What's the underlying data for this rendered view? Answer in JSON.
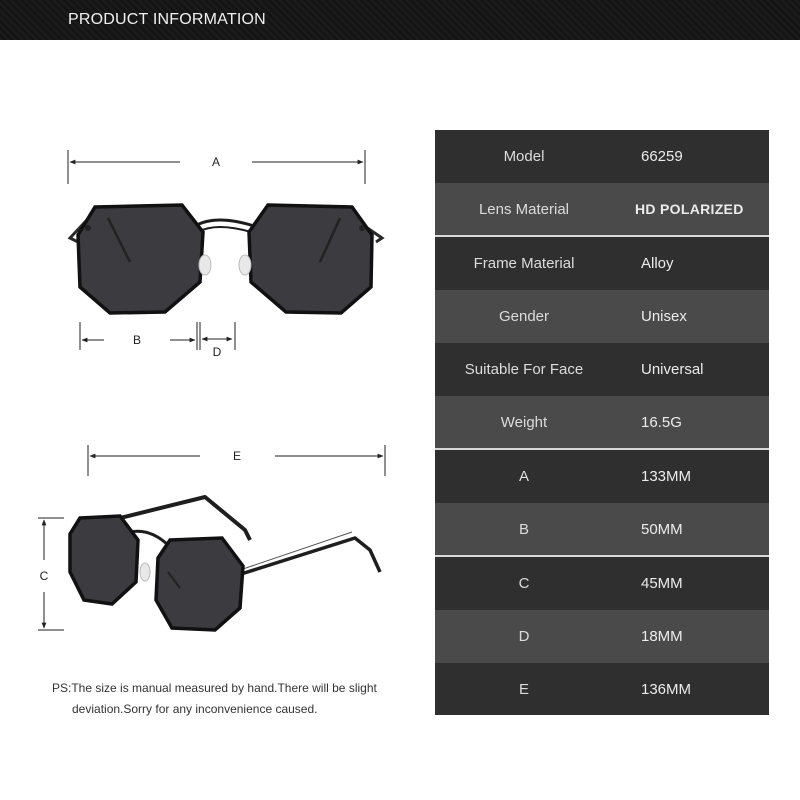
{
  "header": {
    "title": "PRODUCT INFORMATION"
  },
  "dimensions": {
    "a": "A",
    "b": "B",
    "c": "C",
    "d": "D",
    "e": "E"
  },
  "specs": [
    {
      "label": "Model",
      "value": "66259"
    },
    {
      "label": "Lens Material",
      "value": "HD POLARIZED"
    },
    {
      "label": "Frame Material",
      "value": "Alloy"
    },
    {
      "label": "Gender",
      "value": "Unisex"
    },
    {
      "label": "Suitable For Face",
      "value": "Universal"
    },
    {
      "label": "Weight",
      "value": "16.5G"
    },
    {
      "label": "A",
      "value": "133MM"
    },
    {
      "label": "B",
      "value": "50MM"
    },
    {
      "label": "C",
      "value": "45MM"
    },
    {
      "label": "D",
      "value": "18MM"
    },
    {
      "label": "E",
      "value": "136MM"
    }
  ],
  "note": {
    "line1": "PS:The size is manual measured by hand.There will be slight",
    "line2": "deviation.Sorry for any inconvenience caused."
  },
  "colors": {
    "header_bg": "#141414",
    "row_dark": "#2f2f2f",
    "row_light": "#4a4a4a",
    "lens": "#3b3b40"
  }
}
